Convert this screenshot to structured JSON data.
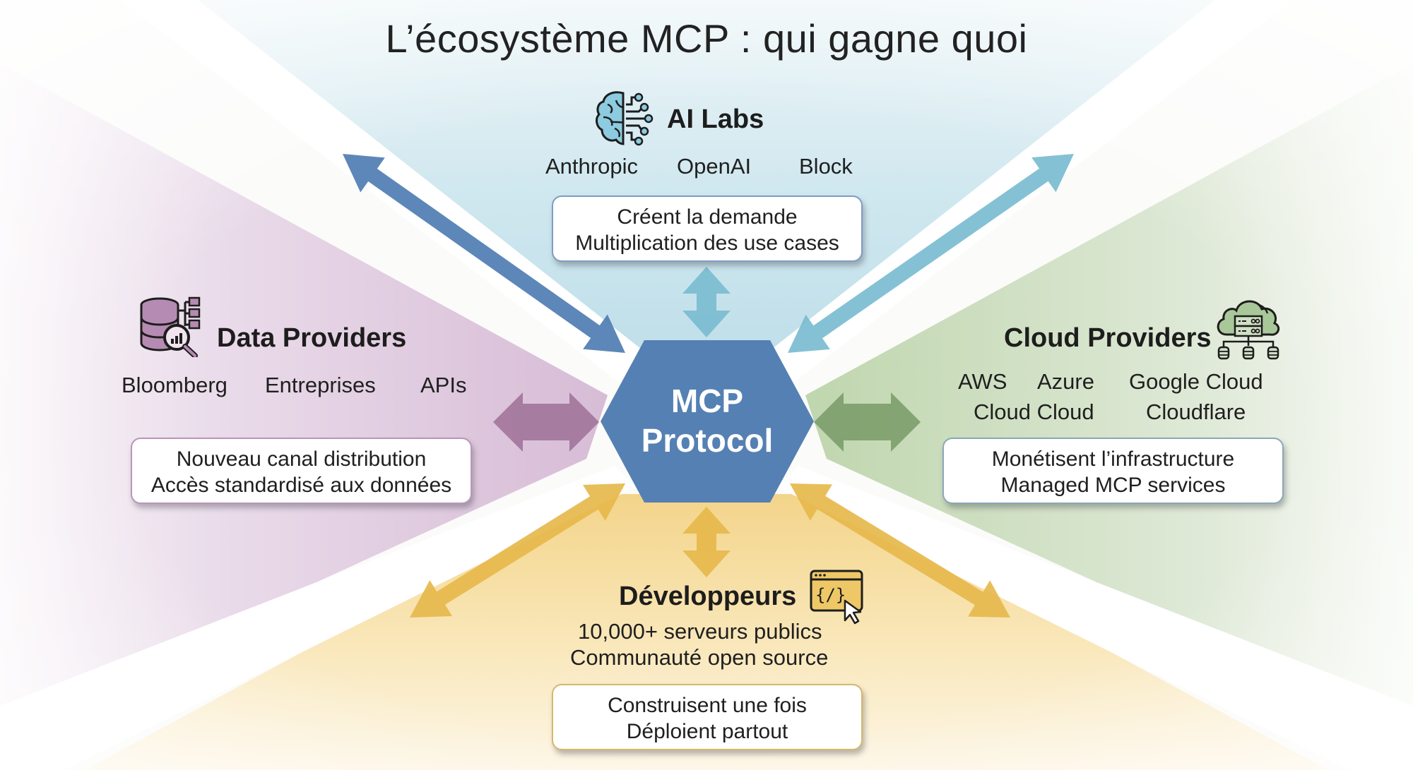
{
  "title": "L’écosystème MCP : qui gagne quoi",
  "colors": {
    "hub": "#4f7db2",
    "ai_labs": "#7bbcd0",
    "data_providers": "#a3769c",
    "cloud_providers": "#7ea06c",
    "developers": "#e6b84c",
    "arrow_ai_left": "#4f7db2"
  },
  "hub": {
    "line1": "MCP",
    "line2": "Protocol"
  },
  "groups": {
    "ai_labs": {
      "icon": "brain-circuit-icon",
      "title": "AI Labs",
      "members": [
        "Anthropic",
        "OpenAI",
        "Block"
      ],
      "box_lines": [
        "Créent la demande",
        "Multiplication des use cases"
      ]
    },
    "data_providers": {
      "icon": "database-search-icon",
      "title": "Data Providers",
      "members": [
        "Bloomberg",
        "Entreprises",
        "APIs"
      ],
      "box_lines": [
        "Nouveau canal distribution",
        "Accès standardisé aux données"
      ]
    },
    "cloud_providers": {
      "icon": "cloud-server-icon",
      "title": "Cloud Providers",
      "members": [
        "AWS",
        "Azure",
        "Google Cloud",
        "Cloud Cloud",
        "Cloudflare"
      ],
      "box_lines": [
        "Monétisent l’infrastructure",
        "Managed MCP services"
      ]
    },
    "developers": {
      "icon": "code-window-cursor-icon",
      "title": "Développeurs",
      "stats": [
        "10,000+ serveurs publics",
        "Communauté open source"
      ],
      "box_lines": [
        "Construisent une fois",
        "Déploient partout"
      ]
    }
  }
}
